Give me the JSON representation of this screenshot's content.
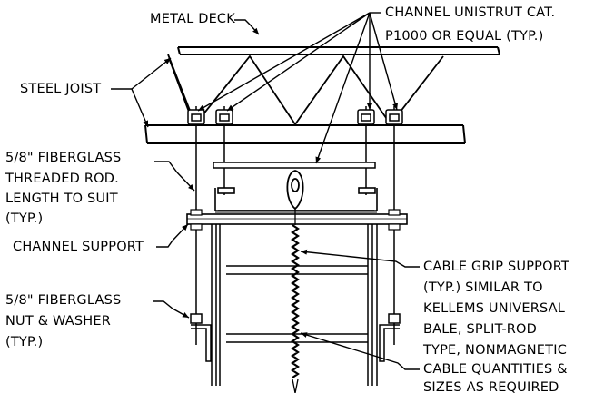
{
  "labels": {
    "metal_deck": "METAL DECK",
    "unistrut": [
      "CHANNEL UNISTRUT CAT.",
      "P1000 OR EQUAL (TYP.)"
    ],
    "steel_joist": "STEEL JOIST",
    "threaded_rod": [
      "5/8\" FIBERGLASS",
      "THREADED ROD.",
      "LENGTH TO SUIT",
      "(TYP.)"
    ],
    "channel_support": "CHANNEL SUPPORT",
    "nut_washer": [
      "5/8\" FIBERGLASS",
      "NUT & WASHER",
      "(TYP.)"
    ],
    "cable_grip": [
      "CABLE GRIP SUPPORT",
      "(TYP.) SIMILAR TO",
      "KELLEMS UNIVERSAL",
      "BALE, SPLIT-ROD",
      "TYPE, NONMAGNETIC"
    ],
    "cable_quantities": [
      "CABLE QUANTITIES &",
      "SIZES AS REQUIRED"
    ]
  }
}
